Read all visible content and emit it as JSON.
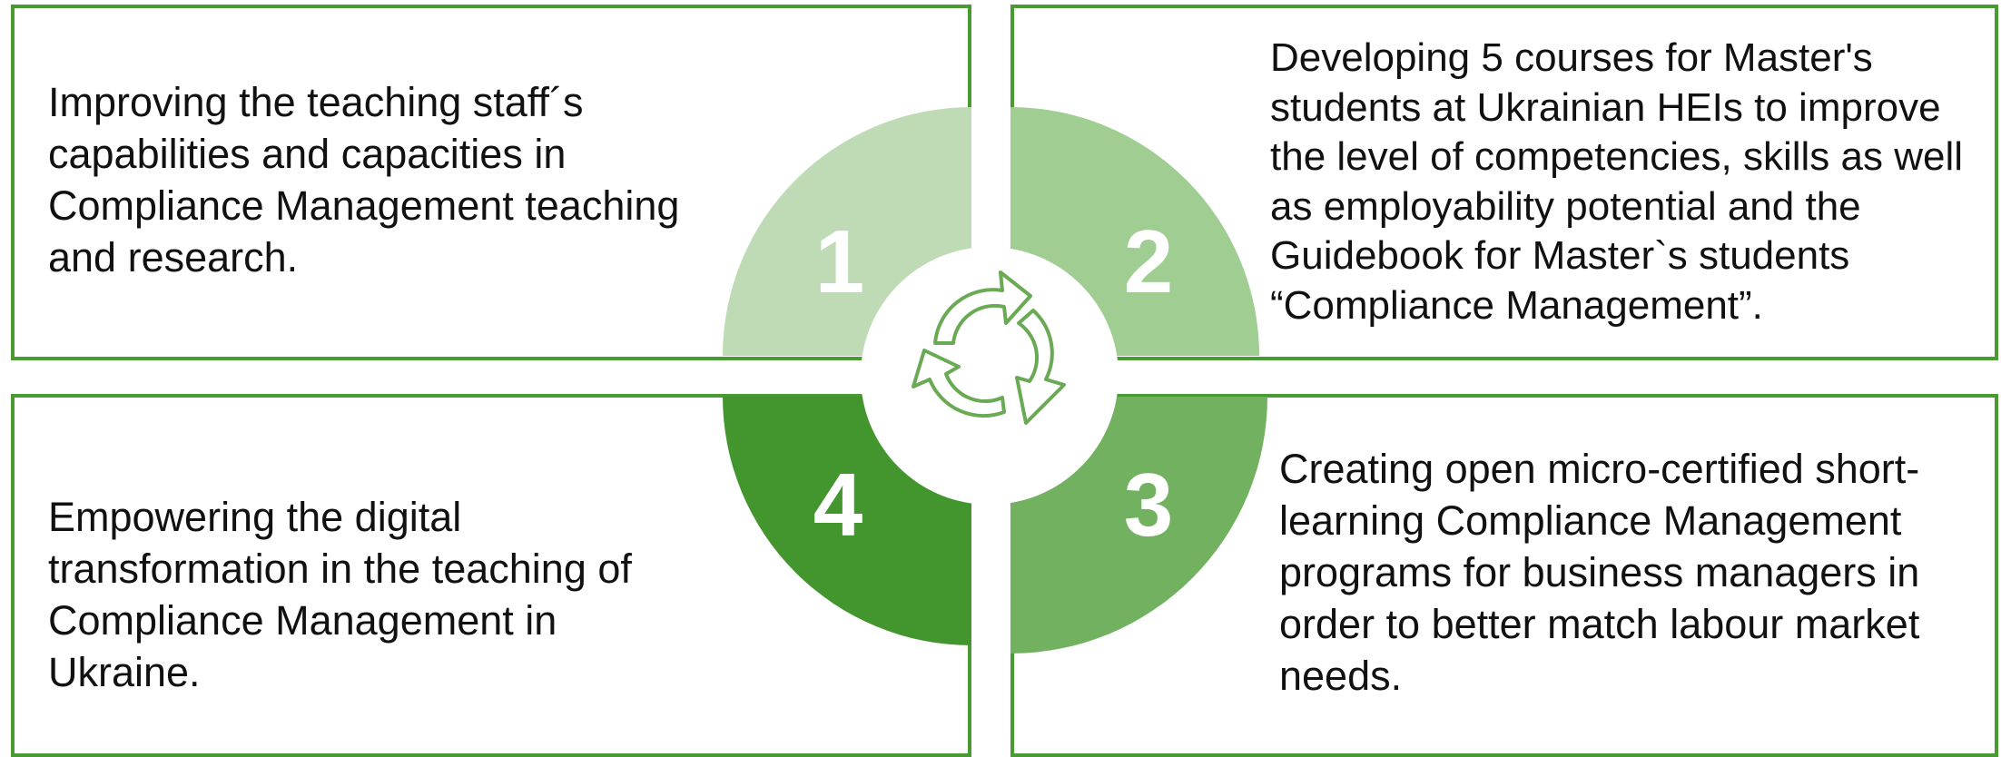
{
  "quadrants": [
    {
      "number": "1",
      "text": "Improving the teaching staff´s capabilities and capacities in Compliance Management teaching and research.",
      "color": "#bfdbb5"
    },
    {
      "number": "2",
      "text": "Developing 5 courses for Master's students at Ukrainian HEIs to improve the level of competencies, skills as well as employability potential and the Guidebook for Master`s students “Compliance Management”.",
      "color": "#a0cd92"
    },
    {
      "number": "3",
      "text": "Creating open micro-certified short-learning Compliance Management programs for business managers in order to better match labour market needs.",
      "color": "#72b160"
    },
    {
      "number": "4",
      "text": "Empowering the digital transformation in the teaching of Compliance Management in Ukraine.",
      "color": "#43962e"
    }
  ],
  "colors": {
    "border": "#4a9a33",
    "icon": "#6aaa55"
  },
  "center_icon": "recycle-cycle-arrows-icon"
}
